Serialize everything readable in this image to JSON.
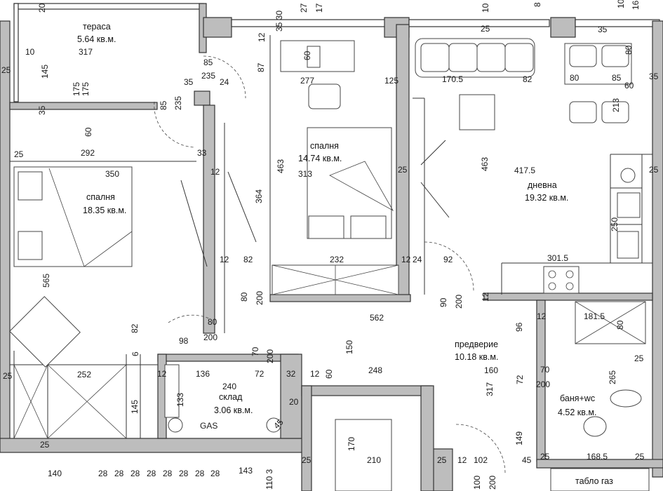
{
  "rooms": {
    "terrace": {
      "name": "тераса",
      "area": "5.64 кв.м."
    },
    "bedroom1": {
      "name": "спалня",
      "area": "18.35 кв.м."
    },
    "bedroom2": {
      "name": "спалня",
      "area": "14.74 кв.м."
    },
    "living": {
      "name": "дневна",
      "area": "19.32 кв.м."
    },
    "hall": {
      "name": "предверие",
      "area": "10.18 кв.м."
    },
    "bath": {
      "name": "баня+wc",
      "area": "4.52 кв.м."
    },
    "storage": {
      "name": "склад",
      "area": "3.06 кв.м."
    },
    "gas_panel": {
      "name": "табло газ"
    }
  },
  "labels": {
    "gas": "GAS"
  },
  "dimensions": {
    "d20a": "20",
    "d317": "317",
    "d10a": "10",
    "d145a": "145",
    "d25a": "25",
    "d35a": "35",
    "d175a": "175",
    "d175b": "175",
    "d60a": "60",
    "d85a": "85",
    "d235a": "235",
    "d35b": "35",
    "d24a": "24",
    "d85b": "85",
    "d235b": "235",
    "d87": "87",
    "d12a": "12",
    "d35_30": "35 30",
    "d27": "27",
    "d17": "17",
    "d60b": "60",
    "d277": "277",
    "d125": "125",
    "d10b": "10",
    "d25b": "25",
    "d1705": "170.5",
    "d82a": "82",
    "d8": "8",
    "d35c": "35",
    "d10c": "10",
    "d16": "16",
    "d80a": "80",
    "d85c": "85",
    "d80b": "80",
    "d60c": "60",
    "d213": "213",
    "d35d": "35",
    "d292": "292",
    "d33": "33",
    "d25c": "25",
    "d350": "350",
    "d12b": "12",
    "d463a": "463",
    "d313": "313",
    "d25d": "25",
    "d463b": "463",
    "d4175": "417.5",
    "d25e": "25",
    "d364": "364",
    "d250": "250",
    "d12c": "12",
    "d82b": "82",
    "d232": "232",
    "d12d": "12",
    "d24b": "24",
    "d92": "92",
    "d3015": "301.5",
    "d565": "565",
    "d80c": "80",
    "d200a": "200",
    "d90": "90",
    "d200b": "200",
    "d12e": "12",
    "d82c": "82",
    "d562": "562",
    "d96": "96",
    "d12f": "12",
    "d1815": "181.5",
    "d80d": "80",
    "d80e": "80",
    "d98": "98",
    "d200c": "200",
    "d150": "150",
    "d6": "6",
    "d70a": "70",
    "d200d": "200",
    "d25f": "25",
    "d252": "252",
    "d12g": "12",
    "d136": "136",
    "d72a": "72",
    "d32": "32",
    "d12h": "12",
    "d60d": "60",
    "d248": "248",
    "d160": "160",
    "d72b": "72",
    "d70b": "70",
    "d200e": "200",
    "d265": "265",
    "d25g": "25",
    "d145b": "145",
    "d133": "133",
    "d240": "240",
    "d45": "45",
    "d20b": "20",
    "d317b": "317",
    "d25h": "25",
    "d25i": "25",
    "d170": "170",
    "d210": "210",
    "d25j": "25",
    "d12i": "12",
    "d102": "102",
    "d149": "149",
    "d45b": "45",
    "d25k": "25",
    "d1685": "168.5",
    "d25l": "25",
    "d140": "140",
    "d28": "28",
    "d1103": "110 3",
    "d100": "100",
    "d200f": "200",
    "d143": "143"
  }
}
